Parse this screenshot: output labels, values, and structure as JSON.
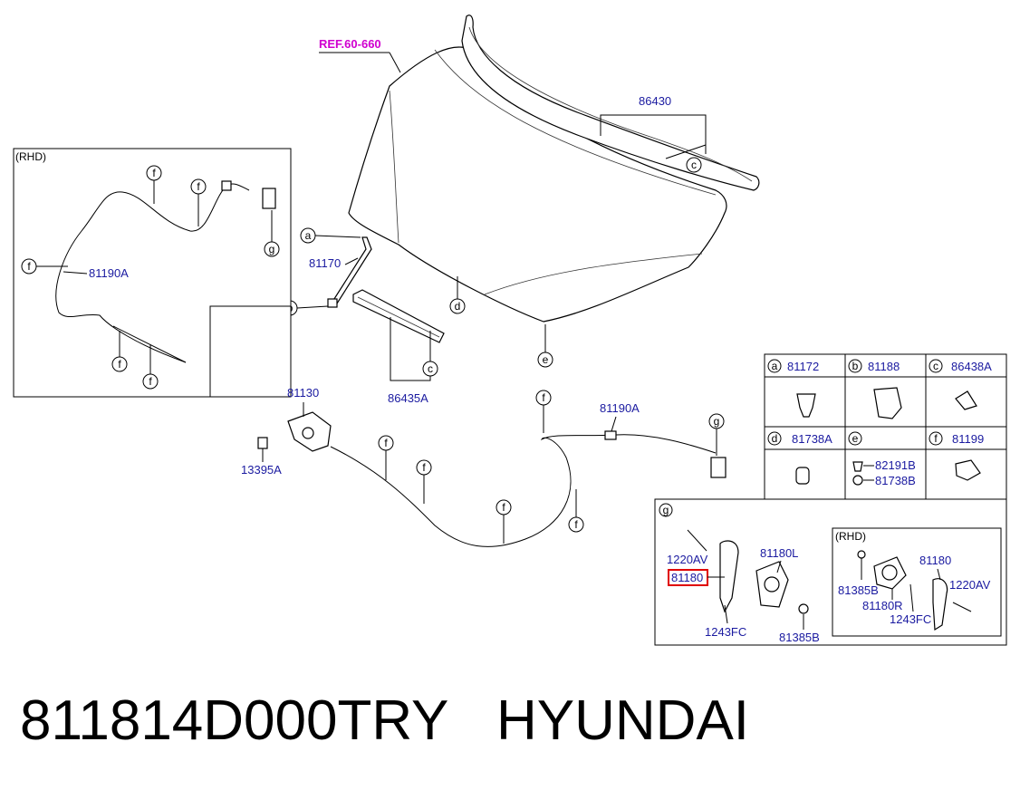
{
  "diagram": {
    "ref_label": "REF.60-660",
    "rhd_label": "(RHD)",
    "rhd_label_2": "(RHD)",
    "callouts": {
      "a": "a",
      "b": "b",
      "c": "c",
      "d": "d",
      "e": "e",
      "f": "f",
      "g": "g"
    },
    "part_labels": {
      "p86430": "86430",
      "p81170": "81170",
      "p86435A": "86435A",
      "p81130": "81130",
      "p13395A": "13395A",
      "p81190A_main": "81190A",
      "p81190A_rhd": "81190A",
      "p1220AV": "1220AV",
      "p81180_highlight": "81180",
      "p81180L": "81180L",
      "p1243FC": "1243FC",
      "p81385B": "81385B",
      "p81385B_rhd": "81385B",
      "p81180_rhd": "81180",
      "p81180R": "81180R",
      "p1243FC_rhd": "1243FC",
      "p1220AV_rhd": "1220AV"
    },
    "legend": [
      {
        "key": "a",
        "part": "81172"
      },
      {
        "key": "b",
        "part": "81188"
      },
      {
        "key": "c",
        "part": "86438A"
      },
      {
        "key": "d",
        "part": "81738A"
      },
      {
        "key": "e",
        "part": "82191B",
        "part2": "81738B"
      },
      {
        "key": "f",
        "part": "81199"
      }
    ],
    "g_box_key": "g",
    "highlight_color": "#e00000"
  },
  "footer": {
    "part_number": "811814D000TRY",
    "brand": "HYUNDAI"
  }
}
